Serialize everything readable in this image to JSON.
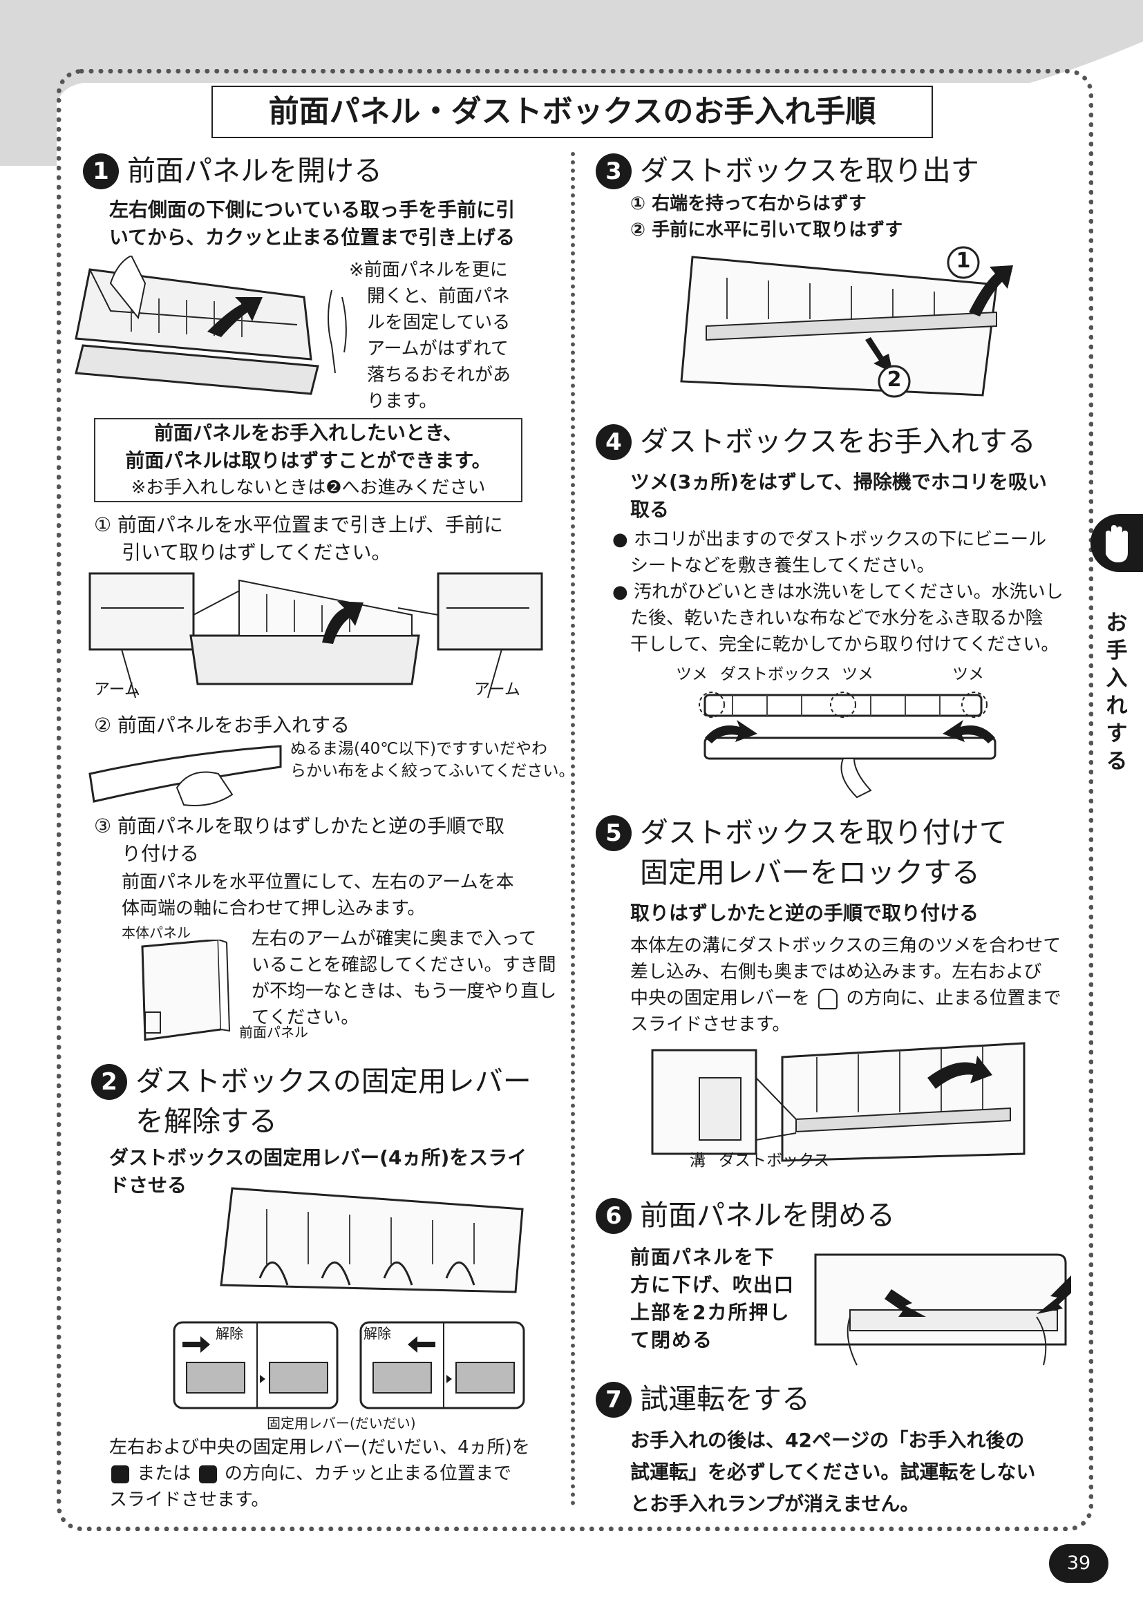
{
  "page": {
    "title": "前面パネル・ダストボックスのお手入れ手順",
    "page_number": "39",
    "side_tab": "お手入れする"
  },
  "step1": {
    "num": "1",
    "title": "前面パネルを開ける",
    "lead": [
      "左右側面の下側についている取っ手を手前に引",
      "いてから、カクッと止まる位置まで引き上げる"
    ],
    "note": [
      "※前面パネルを更に",
      "開くと、前面パネ",
      "ルを固定している",
      "アームがはずれて",
      "落ちるおそれがあ",
      "ります。"
    ],
    "box": [
      "前面パネルをお手入れしたいとき、",
      "前面パネルは取りはずすことができます。",
      "※お手入れしないときは❷へお進みください"
    ],
    "sub1": [
      "① 前面パネルを水平位置まで引き上げ、手前に",
      "引いて取りはずしてください。"
    ],
    "arm_left": "アーム",
    "arm_right": "アーム",
    "sub2": "② 前面パネルをお手入れする",
    "sub2_note": [
      "ぬるま湯(40℃以下)ですすいだやわ",
      "らかい布をよく絞ってふいてください。"
    ],
    "sub3": [
      "③ 前面パネルを取りはずしかたと逆の手順で取",
      "り付ける"
    ],
    "sub3_body": [
      "前面パネルを水平位置にして、左右のアームを本",
      "体両端の軸に合わせて押し込みます。"
    ],
    "label_body_panel": "本体パネル",
    "label_front_panel": "前面パネル",
    "sub3_note": [
      "左右のアームが確実に奥まで入って",
      "いることを確認してください。すき間",
      "が不均一なときは、もう一度やり直し",
      "てください。"
    ]
  },
  "step2": {
    "num": "2",
    "title": [
      "ダストボックスの固定用レバー",
      "を解除する"
    ],
    "lead": [
      "ダストボックスの固定用レバー(4ヵ所)をスライ",
      "ドさせる"
    ],
    "release1": "解除",
    "release2": "解除",
    "lever_label": "固定用レバー(だいだい)",
    "body_line1": "左右および中央の固定用レバー(だいだい、4ヵ所)を",
    "body_line2_a": "または",
    "body_line2_b": "の方向に、カチッと止まる位置まで",
    "body_line3": "スライドさせます。"
  },
  "step3": {
    "num": "3",
    "title": "ダストボックスを取り出す",
    "items": [
      "① 右端を持って右からはずす",
      "② 手前に水平に引いて取りはずす"
    ],
    "mark1": "1",
    "mark2": "2"
  },
  "step4": {
    "num": "4",
    "title": "ダストボックスをお手入れする",
    "lead": [
      "ツメ(3ヵ所)をはずして、掃除機でホコリを吸い",
      "取る"
    ],
    "bullets": [
      [
        "ホコリが出ますのでダストボックスの下にビニール",
        "シートなどを敷き養生してください。"
      ],
      [
        "汚れがひどいときは水洗いをしてください。水洗いし",
        "た後、乾いたきれいな布などで水分をふき取るか陰",
        "干しして、完全に乾かしてから取り付けてください。"
      ]
    ],
    "labels": {
      "tsume1": "ツメ",
      "dustbox": "ダストボックス",
      "tsume2": "ツメ",
      "tsume3": "ツメ"
    }
  },
  "step5": {
    "num": "5",
    "title": [
      "ダストボックスを取り付けて",
      "固定用レバーをロックする"
    ],
    "lead": "取りはずしかたと逆の手順で取り付ける",
    "body1": "本体左の溝にダストボックスの三角のツメを合わせて",
    "body2": "差し込み、右側も奥まではめ込みます。左右および",
    "body3_a": "中央の固定用レバーを",
    "body3_b": "の方向に、止まる位置まで",
    "body4": "スライドさせます。",
    "label_groove": "溝",
    "label_dustbox": "ダストボックス"
  },
  "step6": {
    "num": "6",
    "title": "前面パネルを閉める",
    "body": [
      "前面パネルを下",
      "方に下げ、吹出口",
      "上部を2カ所押し",
      "て閉める"
    ]
  },
  "step7": {
    "num": "7",
    "title": "試運転をする",
    "body": [
      "お手入れの後は、42ページの「お手入れ後の",
      "試運転」を必ずしてください。試運転をしない",
      "とお手入れランプが消えません。"
    ]
  }
}
